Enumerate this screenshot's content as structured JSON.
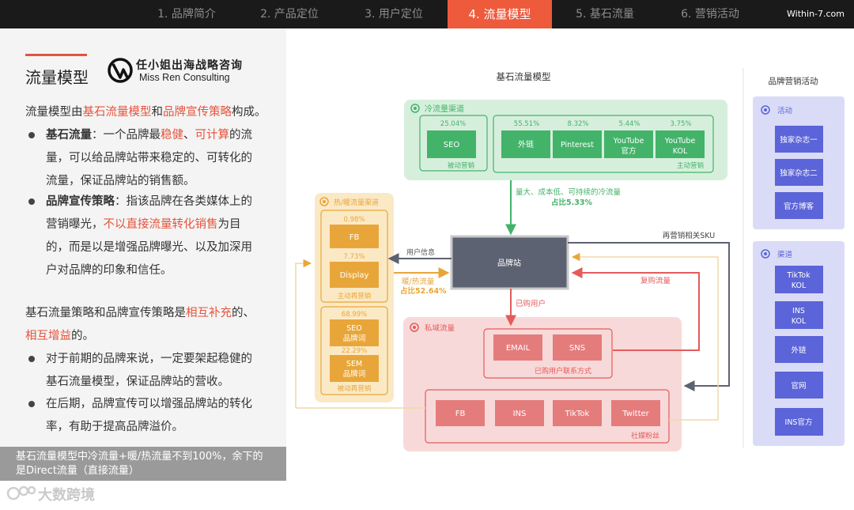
{
  "nav": {
    "tabs": [
      {
        "label": "1. 品牌简介"
      },
      {
        "label": "2. 产品定位"
      },
      {
        "label": "3. 用户定位"
      },
      {
        "label": "4. 流量模型"
      },
      {
        "label": "5. 基石流量"
      },
      {
        "label": "6. 营销活动"
      }
    ],
    "active_index": 3,
    "site": "Within-7.com"
  },
  "left": {
    "section_title": "流量模型",
    "logo_name": "任小姐出海战略咨询",
    "logo_en": "Miss Ren Consulting",
    "intro": {
      "pre": "流量模型由",
      "hl1": "基石流量模型",
      "mid": "和",
      "hl2": "品牌宣传策略",
      "post": "构成。"
    },
    "b1": {
      "head": "基石流量",
      "t1": "：一个品牌最",
      "hl1": "稳健",
      "t2": "、",
      "hl2": "可计算",
      "t3": "的流",
      "l2": "量，可以给品牌站带来稳定的、可转化的",
      "l3": "流量，保证品牌站的销售额。"
    },
    "b2": {
      "head": "品牌宣传策略",
      "t1": "：指该品牌在各类媒体上的",
      "l2a": "营销曝光，",
      "hl": "不以直接流量转化销售",
      "l2b": "为目",
      "l3": "的，而是以是增强品牌曝光、以及加深用",
      "l4": "户对品牌的印象和信任。"
    },
    "p2": {
      "pre": "基石流量策略和品牌宣传策略是",
      "hl1": "相互补充",
      "post": "的、",
      "hl2": "相互增益",
      "end": "的。"
    },
    "b3": {
      "l1": "对于前期的品牌来说，一定要架起稳健的",
      "l2": "基石流量模型，保证品牌站的营收。"
    },
    "b4": {
      "l1": "在后期，品牌宣传可以增强品牌站的转化",
      "l2": "率，有助于提高品牌溢价。"
    },
    "footer_l1": "基石流量模型中冷流量+暖/热流量不到100%，余下的",
    "footer_l2": "是Direct流量（直接流量）",
    "watermark": "大数跨境"
  },
  "diagram": {
    "title": "基石流量模型",
    "cold": {
      "title": "冷流量渠道",
      "seo_pct": "25.04%",
      "seo": "SEO",
      "passive": "被动营销",
      "active": "主动营销",
      "items": [
        {
          "pct": "55.51%",
          "l1": "外链",
          "l2": ""
        },
        {
          "pct": "8.32%",
          "l1": "Pinterest",
          "l2": ""
        },
        {
          "pct": "5.44%",
          "l1": "YouTube",
          "l2": "官方"
        },
        {
          "pct": "3.75%",
          "l1": "YouTube",
          "l2": "KOL"
        }
      ]
    },
    "cold_arrow_l1": "量大、成本低、可持续的冷流量",
    "cold_arrow_l2": "占比5.33%",
    "warm": {
      "title": "热/暖流量渠道",
      "fb_pct": "0.98%",
      "fb": "FB",
      "display_pct": "7.73%",
      "display": "Display",
      "active": "主动再营销",
      "seo_pct": "68.99%",
      "seo_l1": "SEO",
      "seo_l2": "品牌词",
      "sem_pct": "22.29%",
      "sem_l1": "SEM",
      "sem_l2": "品牌词",
      "passive": "被动再营销"
    },
    "site": "品牌站",
    "user_info": "用户信息",
    "warm_in_l1": "暖/热流量",
    "warm_in_l2": "占比52.64%",
    "resale": "再营销相关SKU",
    "repurchase": "复购流量",
    "purchased": "已购用户",
    "private": {
      "title": "私域流量",
      "email": "EMAIL",
      "sns": "SNS",
      "contact": "已购用户联系方式",
      "social": [
        "FB",
        "INS",
        "TikTok",
        "Twitter"
      ],
      "fans": "社媒粉丝"
    },
    "activity": {
      "title": "品牌营销活动",
      "group1": "活动",
      "items1": [
        "独家杂志一",
        "独家杂志二",
        "官方博客"
      ],
      "group2": "渠道",
      "items2": [
        {
          "l1": "TikTok",
          "l2": "KOL"
        },
        {
          "l1": "INS",
          "l2": "KOL"
        },
        {
          "l1": "外链",
          "l2": ""
        },
        {
          "l1": "官网",
          "l2": ""
        },
        {
          "l1": "INS官方",
          "l2": ""
        }
      ]
    },
    "colors": {
      "accent": "#ee5a3c",
      "green": "#43b36a",
      "orange": "#e8a63a",
      "red": "#e45b5b",
      "blue": "#5b64d8",
      "site": "#5d6272"
    }
  }
}
